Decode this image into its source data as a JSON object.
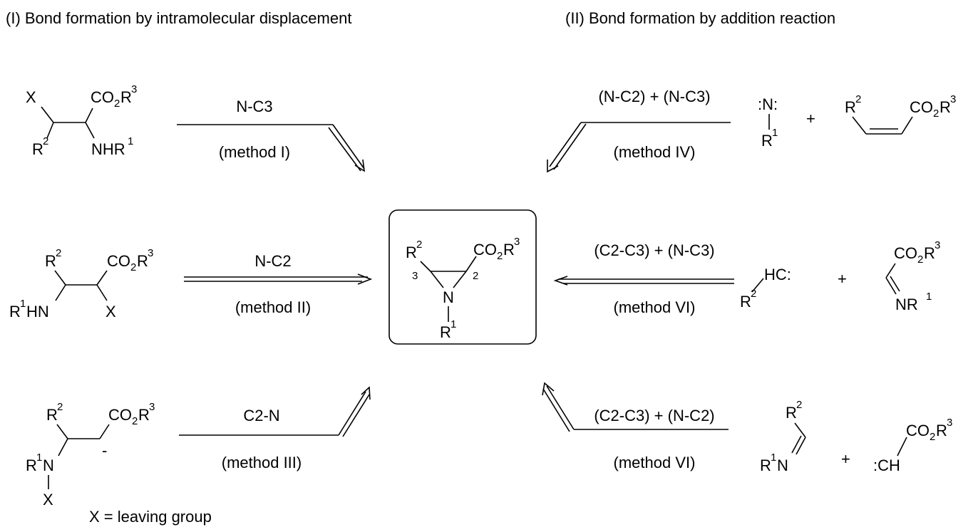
{
  "headers": {
    "left": "(I) Bond formation by intramolecular displacement",
    "right": "(II) Bond formation by addition reaction"
  },
  "footnote": "X = leaving group",
  "methods": [
    {
      "id": "m1",
      "bond": "N-C3",
      "name": "(method I)"
    },
    {
      "id": "m2",
      "bond": "N-C2",
      "name": "(method II)"
    },
    {
      "id": "m3",
      "bond": "C2-N",
      "name": "(method III)"
    },
    {
      "id": "m4",
      "bond": "(N-C2) + (N-C3)",
      "name": "(method IV)"
    },
    {
      "id": "m5",
      "bond": "(C2-C3) + (N-C3)",
      "name": "(method VI)"
    },
    {
      "id": "m6",
      "bond": "(C2-C3) + (N-C2)",
      "name": "(method VI)"
    }
  ],
  "atoms": {
    "X": "X",
    "R": "R",
    "N": "N",
    "H": "H",
    "CO": "CO",
    "NHR": "NHR",
    "HN": "HN",
    "HC": "HC:",
    "CH": ":CH",
    "NR": "NR",
    "nitrene": ":N:",
    "plus": "+",
    "minus": "-",
    "one": "1",
    "two": "2",
    "three": "3"
  }
}
